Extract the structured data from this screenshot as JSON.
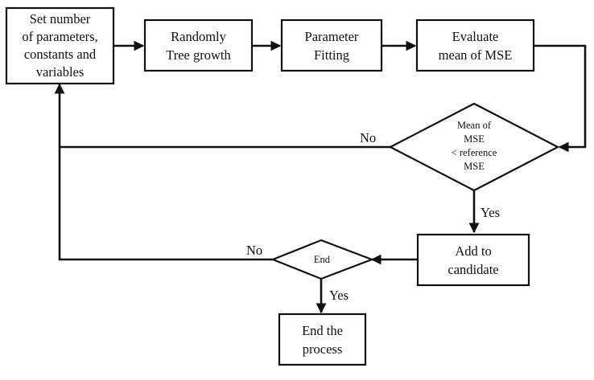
{
  "nodes": {
    "set_params": [
      "Set number",
      "of parameters,",
      "constants and",
      "variables"
    ],
    "tree_growth": [
      "Randomly",
      "Tree growth"
    ],
    "param_fitting": [
      "Parameter",
      "Fitting"
    ],
    "evaluate": [
      "Evaluate",
      "mean of MSE"
    ],
    "decision_mse": [
      "Mean of",
      "MSE",
      "< reference",
      "MSE"
    ],
    "add_candidate": [
      "Add to",
      "candidate"
    ],
    "decision_end": [
      "End"
    ],
    "end_process": [
      "End the",
      "process"
    ]
  },
  "edge_labels": {
    "mse_no": "No",
    "mse_yes": "Yes",
    "end_no": "No",
    "end_yes": "Yes"
  }
}
